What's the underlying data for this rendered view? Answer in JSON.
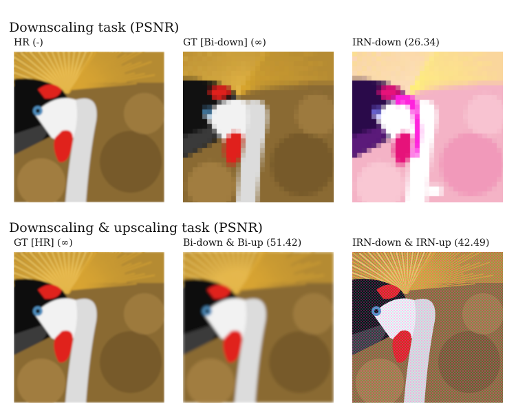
{
  "sections": [
    {
      "title": "Downscaling task (PSNR)",
      "panels": [
        {
          "caption": "HR (-)",
          "style": "sharp"
        },
        {
          "caption": "GT [Bi-down] (∞)",
          "style": "pixel"
        },
        {
          "caption": "IRN-down (26.34)",
          "style": "irn-down"
        }
      ]
    },
    {
      "title": "Downscaling & upscaling task (PSNR)",
      "panels": [
        {
          "caption": "GT [HR] (∞)",
          "style": "sharp"
        },
        {
          "caption": "Bi-down & Bi-up (51.42)",
          "style": "blur"
        },
        {
          "caption": "IRN-down & IRN-up (42.49)",
          "style": "dotted"
        }
      ]
    }
  ]
}
